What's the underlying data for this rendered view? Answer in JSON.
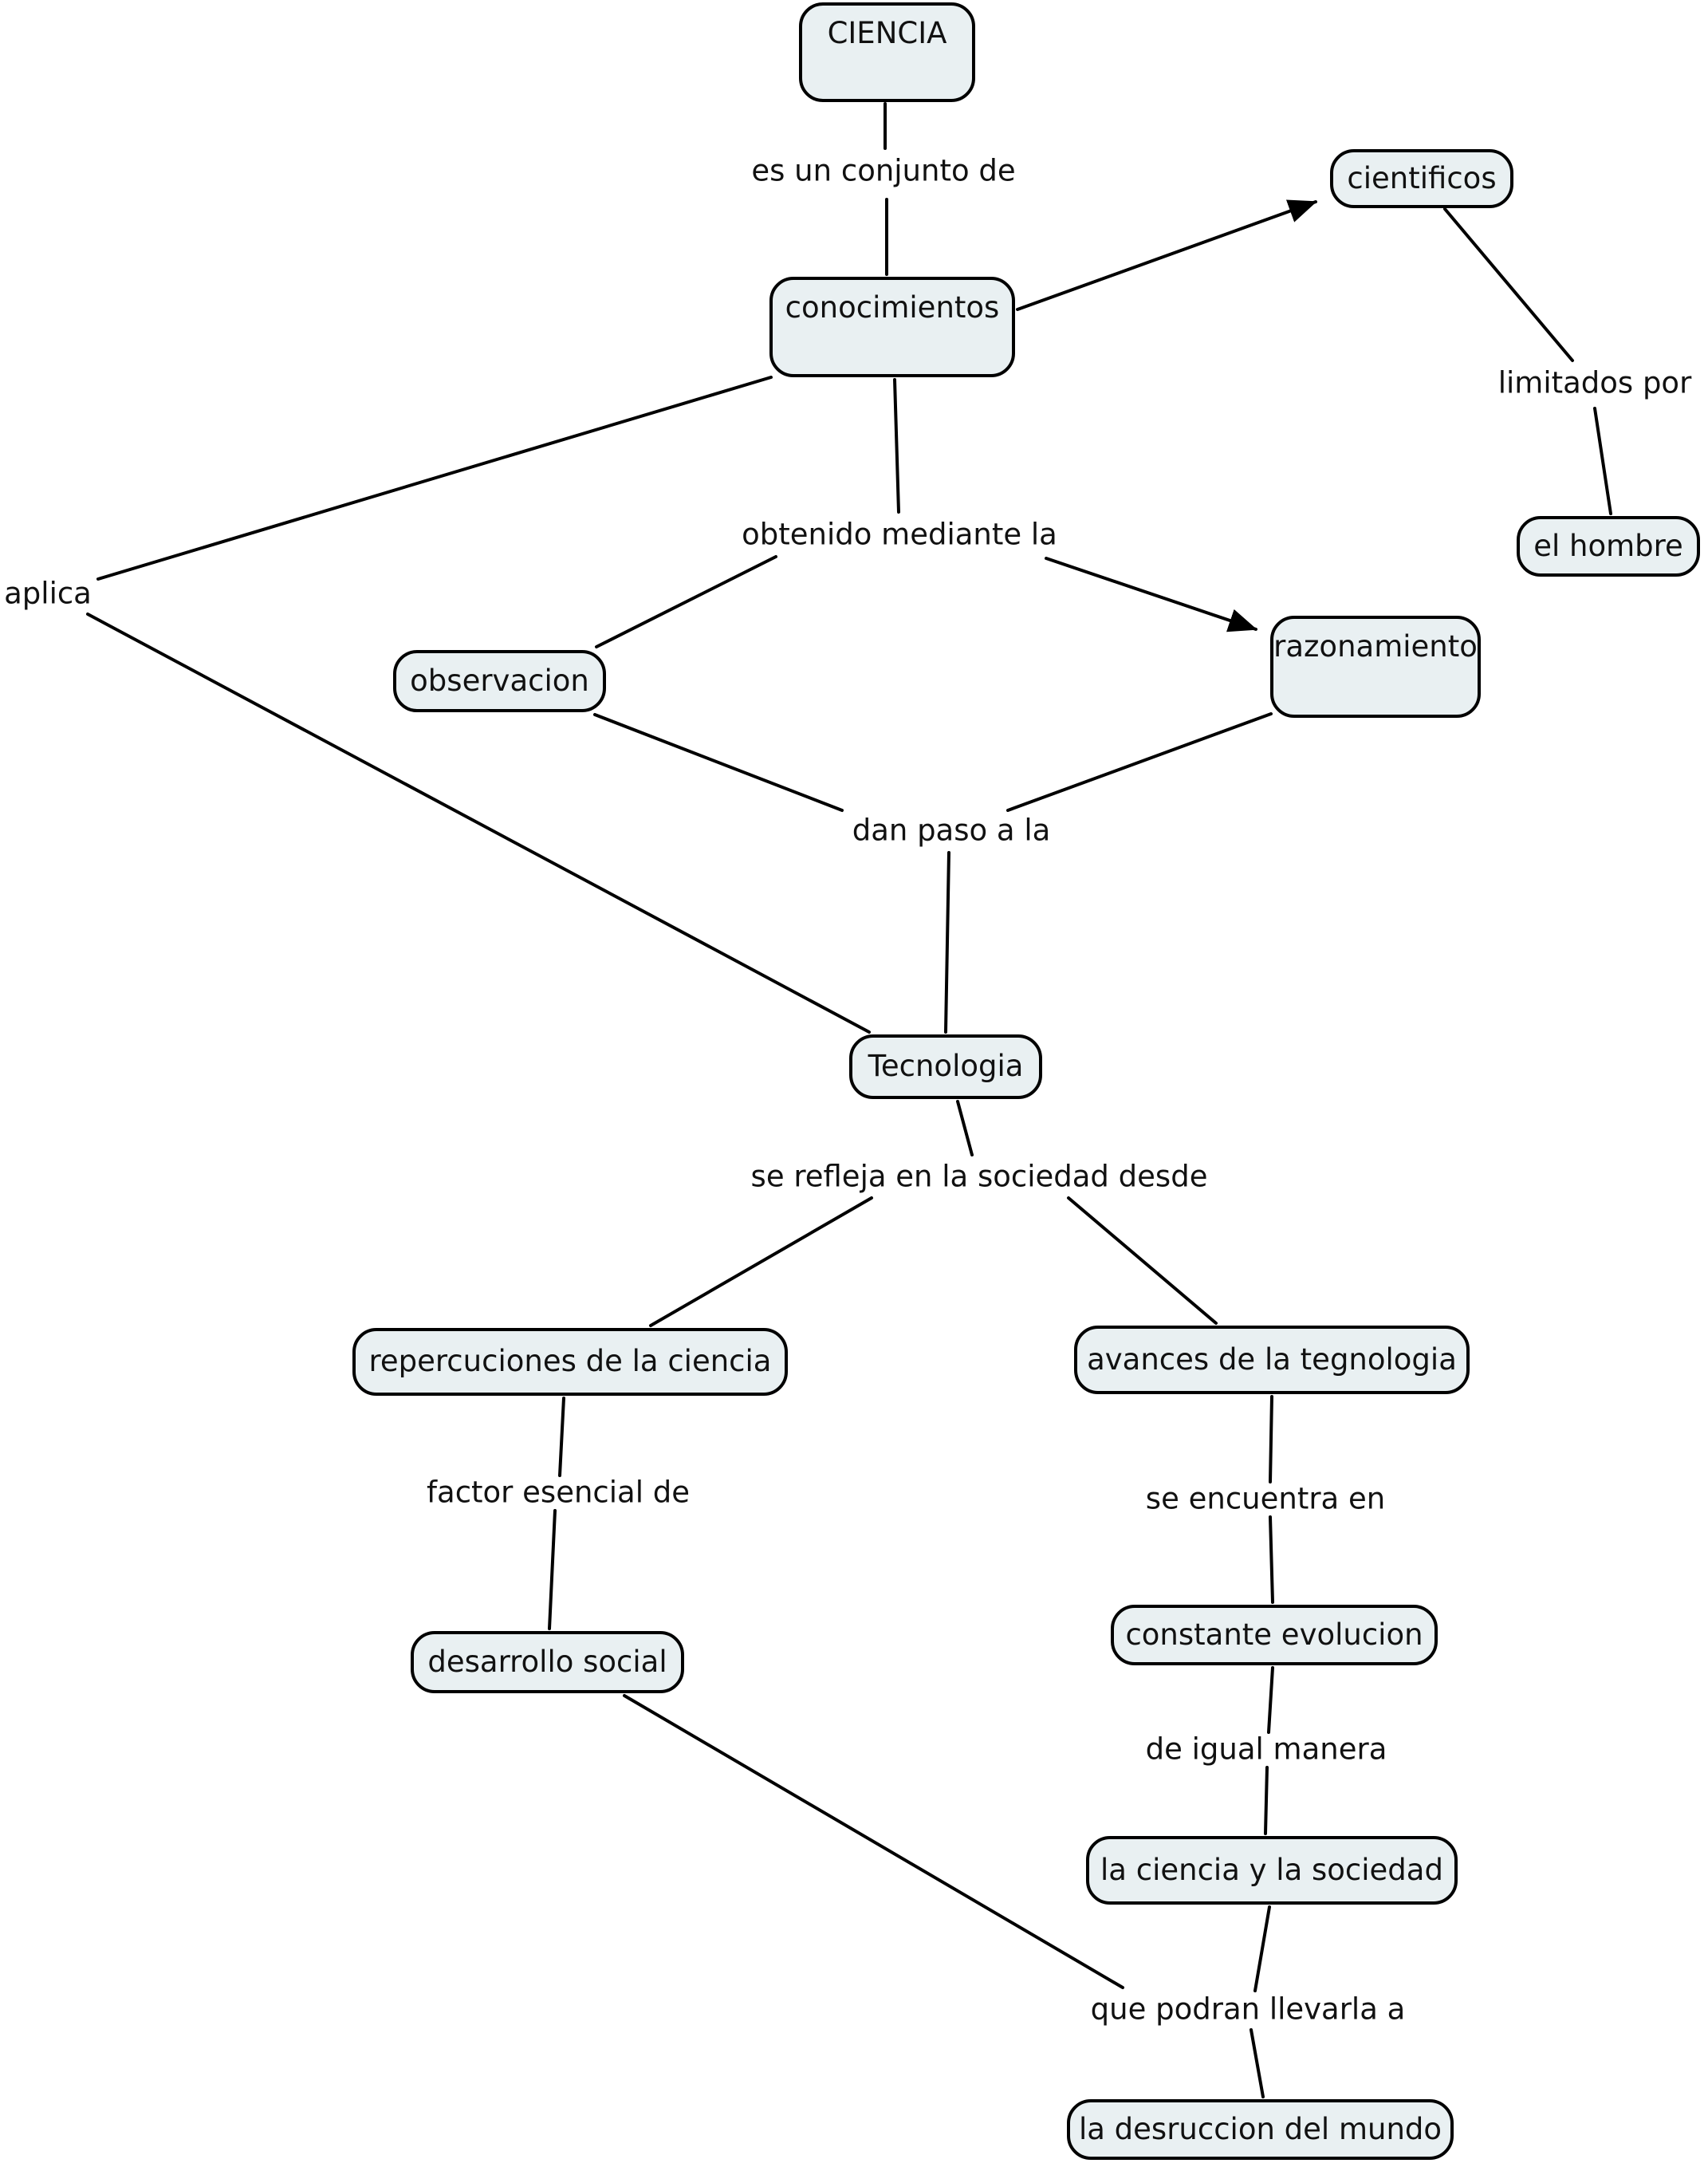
{
  "diagram": {
    "background_color": "#ffffff",
    "node_fill_color": "#e9f0f2",
    "node_border_color": "#000000",
    "line_color": "#000000",
    "nodes": {
      "ciencia": {
        "label": "CIENCIA"
      },
      "conocimientos": {
        "label": "conocimientos"
      },
      "cientificos": {
        "label": "cientificos"
      },
      "el_hombre": {
        "label": "el hombre"
      },
      "observacion": {
        "label": "observacion"
      },
      "razonamiento": {
        "label": "razonamiento"
      },
      "tecnologia": {
        "label": "Tecnologia"
      },
      "repercuciones": {
        "label": "repercuciones de la ciencia"
      },
      "avances": {
        "label": "avances de la tegnologia"
      },
      "desarrollo": {
        "label": "desarrollo social"
      },
      "constante": {
        "label": "constante evolucion"
      },
      "ciencia_sociedad": {
        "label": "la ciencia y la sociedad"
      },
      "desruccion": {
        "label": "la desruccion del mundo"
      }
    },
    "links": {
      "es_un_conjunto_de": {
        "label": "es un conjunto de"
      },
      "limitados_por": {
        "label": "limitados por"
      },
      "obtenido_mediante_la": {
        "label": "obtenido mediante la"
      },
      "aplica": {
        "label": "aplica"
      },
      "dan_paso_a_la": {
        "label": "dan paso a la"
      },
      "se_refleja": {
        "label": "se refleja en la sociedad desde"
      },
      "factor_esencial_de": {
        "label": "factor esencial de"
      },
      "se_encuentra_en": {
        "label": "se encuentra en"
      },
      "de_igual_manera": {
        "label": "de igual manera"
      },
      "que_podran_llevarla_a": {
        "label": "que podran llevarla a"
      }
    }
  }
}
